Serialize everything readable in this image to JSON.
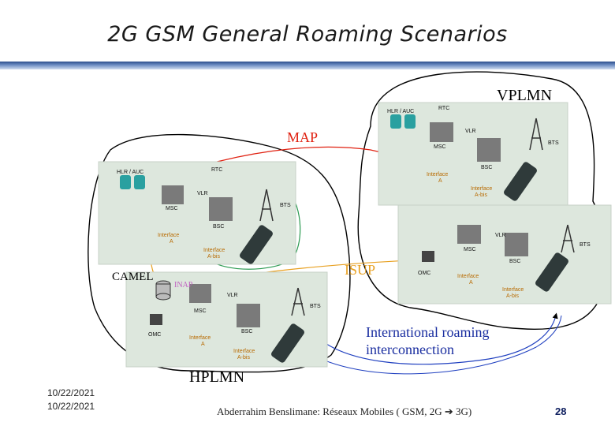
{
  "slide": {
    "title": "2G GSM General Roaming Scenarios",
    "footer_dates": [
      "10/22/2021",
      "10/22/2021"
    ],
    "footer_author": "Abderrahim Benslimane: Réseaux Mobiles ( GSM, 2G",
    "footer_arrow": "➔",
    "footer_suffix": " 3G)",
    "page_number": "28"
  },
  "labels": {
    "vplmn": "VPLMN",
    "hplmn": "HPLMN",
    "map": "MAP",
    "isup": "ISUP",
    "camel": "CAMEL",
    "inap": "INAP",
    "intl_line1": "International roaming",
    "intl_line2": "interconnection"
  },
  "panel_labels": {
    "hlr_auc": "HLR / AUC",
    "rtc": "RTC",
    "vlr": "VLR",
    "msc": "MSC",
    "bts": "BTS",
    "bsc": "BSC",
    "omc": "OMC",
    "interface_a_1": "Interface",
    "interface_a_2": "A",
    "interface_abis_1": "Interface",
    "interface_abis_2": "A-bis"
  },
  "colors": {
    "map_line": "#e02010",
    "isup_line": "#e8a020",
    "inap_line": "#a040a0",
    "intl_line": "#2040c0",
    "hplmn_boundary": "#000000",
    "green_line": "#2a9a50",
    "panel_bg": "#dde7dd",
    "map_text": "#e02010",
    "inap_text": "#c060c0",
    "intl_text": "#1a2ea0"
  }
}
